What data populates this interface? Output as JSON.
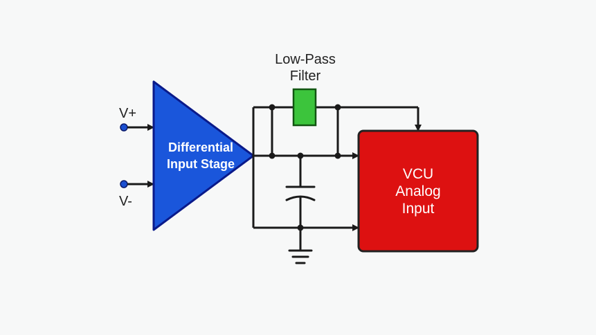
{
  "diagram": {
    "inputs": {
      "v_plus": "V+",
      "v_minus": "V-"
    },
    "amplifier": {
      "line1": "Differential",
      "line2": "Input Stage"
    },
    "filter": {
      "line1": "Low-Pass",
      "line2": "Filter"
    },
    "vcu": {
      "line1": "VCU",
      "line2": "Analog",
      "line3": "Input"
    }
  },
  "colors": {
    "amplifier_fill": "#1a56db",
    "amplifier_stroke": "#0a1a8a",
    "filter_fill": "#3cc43c",
    "filter_stroke": "#115511",
    "vcu_fill": "#dd1111",
    "vcu_stroke": "#222222",
    "wire": "#1a1a1a",
    "input_dot": "#1a4fd0"
  }
}
